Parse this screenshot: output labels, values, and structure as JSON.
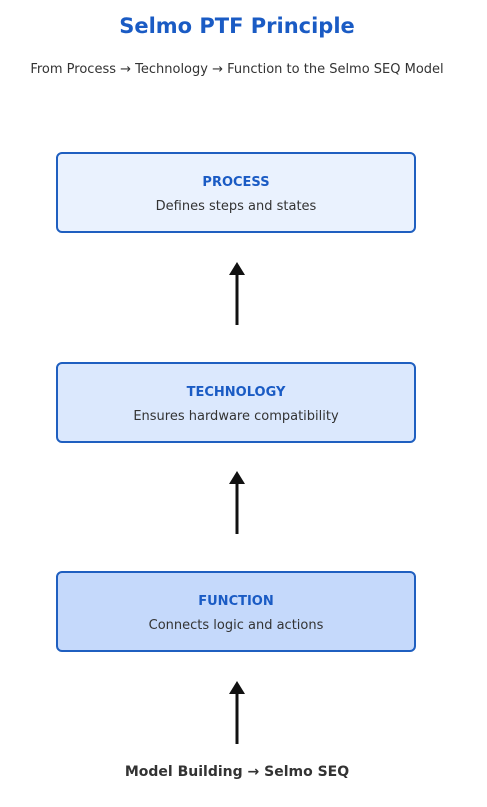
{
  "header": {
    "title": "Selmo PTF Principle",
    "subtitle": "From Process → Technology → Function to the Selmo SEQ Model"
  },
  "boxes": [
    {
      "title": "PROCESS",
      "description": "Defines steps and states",
      "fill": "#eaf2fe"
    },
    {
      "title": "TECHNOLOGY",
      "description": "Ensures hardware compatibility",
      "fill": "#dbe8fd"
    },
    {
      "title": "FUNCTION",
      "description": "Connects logic and actions",
      "fill": "#c5d9fb"
    }
  ],
  "footer": {
    "label": "Model Building → Selmo SEQ"
  },
  "colors": {
    "accent": "#1a5bc4",
    "border": "#1f5fc0",
    "text": "#333333",
    "arrow": "#111111"
  }
}
